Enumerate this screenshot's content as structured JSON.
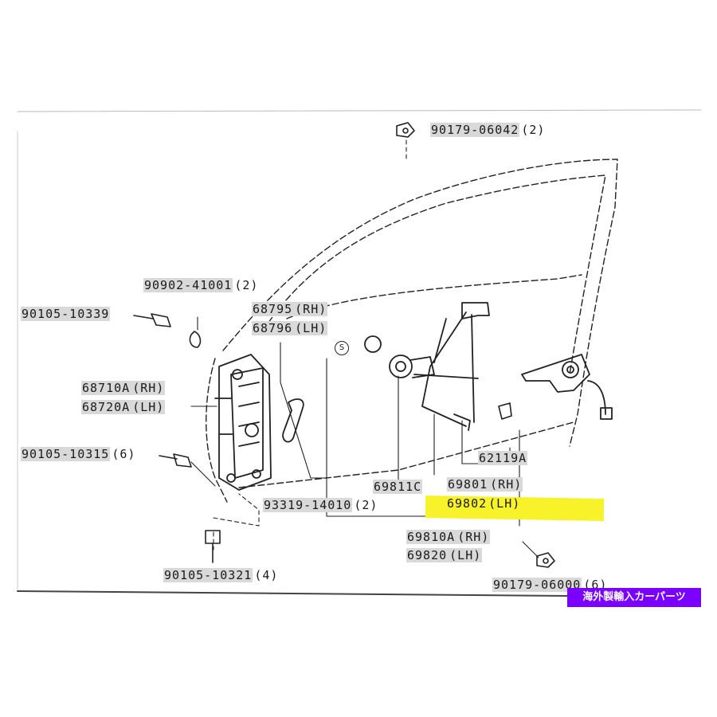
{
  "watermark": {
    "text": "海外製輸入カーパーツ",
    "color": "#7a00ff"
  },
  "highlight_color": "#f7f229",
  "symbol_s": "S",
  "labels": {
    "l_90179_06042": {
      "part": "90179-06042",
      "qty": "(2)"
    },
    "l_90902_41001": {
      "part": "90902-41001",
      "qty": "(2)"
    },
    "l_90105_10339": {
      "part": "90105-10339",
      "qty": ""
    },
    "l_68795": {
      "part": "68795",
      "qty": "(RH)"
    },
    "l_68796": {
      "part": "68796",
      "qty": "(LH)"
    },
    "l_68710a": {
      "part": "68710A",
      "qty": "(RH)"
    },
    "l_68720a": {
      "part": "68720A",
      "qty": "(LH)"
    },
    "l_90105_10315": {
      "part": "90105-10315",
      "qty": "(6)"
    },
    "l_62119a": {
      "part": "62119A",
      "qty": ""
    },
    "l_69811c": {
      "part": "69811C",
      "qty": ""
    },
    "l_69801": {
      "part": "69801",
      "qty": "(RH)"
    },
    "l_69802": {
      "part": "69802",
      "qty": "(LH)"
    },
    "l_93319_14010": {
      "part": "93319-14010",
      "qty": "(2)"
    },
    "l_69810a": {
      "part": "69810A",
      "qty": "(RH)"
    },
    "l_69820": {
      "part": "69820",
      "qty": "(LH)"
    },
    "l_90105_10321": {
      "part": "90105-10321",
      "qty": "(4)"
    },
    "l_90179_06000": {
      "part": "90179-06000",
      "qty": "(6)"
    }
  }
}
